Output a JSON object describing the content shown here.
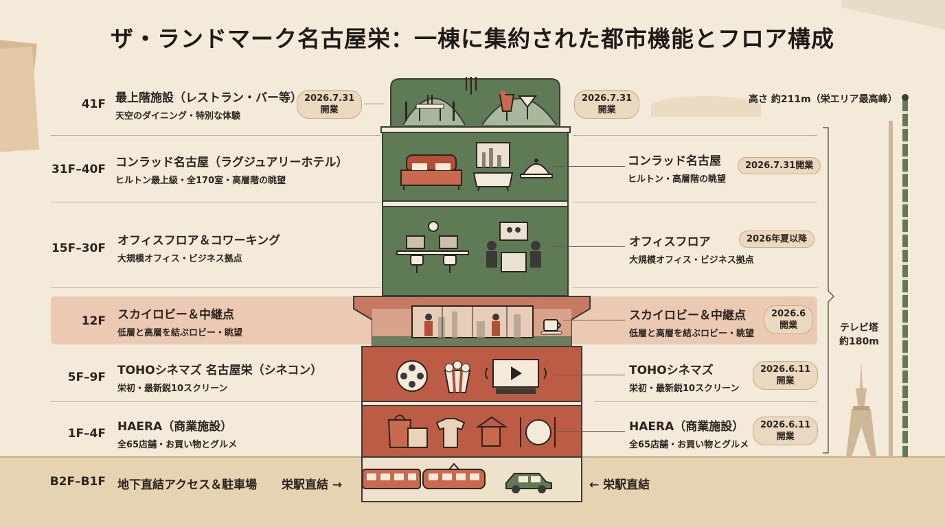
{
  "title": "ザ・ランドマーク名古屋栄：一棟に集約された都市機能とフロア構成",
  "floors": [
    {
      "floor": "41F",
      "title": "最上階施設（レストラン・バー等）",
      "sub": "天空のダイニング・特別な体験",
      "badge": "2026.7.31\n開業",
      "right_badge": "2026.7.31\n開業"
    },
    {
      "floor": "31F–40F",
      "title": "コンラッド名古屋（ラグジュアリーホテル）",
      "sub": "ヒルトン最上級・全170室・高層階の眺望",
      "r_title": "コンラッド名古屋",
      "r_sub": "ヒルトン・高層階の眺望",
      "badge": "2026.7.31開業"
    },
    {
      "floor": "15F–30F",
      "title": "オフィスフロア＆コワーキング",
      "sub": "大規模オフィス・ビジネス拠点",
      "r_title": "オフィスフロア",
      "r_sub": "大規模オフィス・ビジネス拠点",
      "badge": "2026年夏以降"
    },
    {
      "floor": "12F",
      "title": "スカイロビー＆中継点",
      "sub": "低層と高層を結ぶロビー・眺望",
      "r_title": "スカイロビー＆中継点",
      "r_sub": "低層と高層を結ぶロビー・眺望",
      "badge": "2026.6\n開業"
    },
    {
      "floor": "5F–9F",
      "title": "TOHOシネマズ 名古屋栄（シネコン）",
      "sub": "栄初・最新鋭10スクリーン",
      "r_title": "TOHOシネマズ",
      "r_sub": "栄初・最新鋭10スクリーン",
      "badge": "2026.6.11\n開業"
    },
    {
      "floor": "1F–4F",
      "title": "HAERA（商業施設）",
      "sub": "全65店舗・お買い物とグルメ",
      "r_title": "HAERA（商業施設）",
      "r_sub": "全65店舗・お買い物とグルメ",
      "badge": "2026.6.11\n開業"
    },
    {
      "floor": "B2F–B1F",
      "title": "地下直結アクセス＆駐車場",
      "left_access": "栄駅直結 →",
      "right_access": "← 栄駅直結"
    }
  ],
  "height_note": "高さ 約211m（栄エリア最高峰）",
  "tv_tower": "テレビ塔\n約180m",
  "colors": {
    "green": "#5f7b55",
    "red": "#bd5c45",
    "band": "#ecc9b2",
    "bg": "#f3ead9"
  }
}
